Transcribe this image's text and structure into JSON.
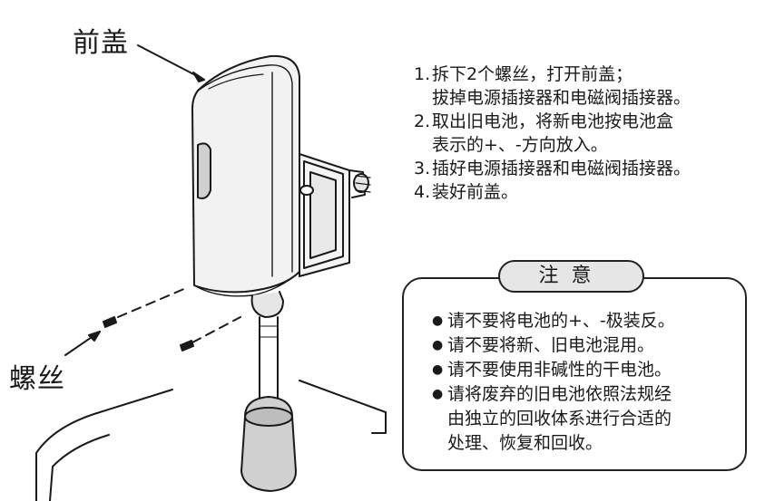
{
  "labels": {
    "front_cover": "前盖",
    "screw": "螺丝"
  },
  "steps": [
    {
      "num": "1.",
      "lines": [
        "拆下2个螺丝，打开前盖；",
        "拔掉电源插接器和电磁阀插接器。"
      ]
    },
    {
      "num": "2.",
      "lines": [
        "取出旧电池，将新电池按电池盒",
        "表示的+、-方向放入。"
      ]
    },
    {
      "num": "3.",
      "lines": [
        "插好电源插接器和电磁阀插接器。"
      ]
    },
    {
      "num": "4.",
      "lines": [
        "装好前盖。"
      ]
    }
  ],
  "notice": {
    "title": "注意",
    "items": [
      {
        "bullet": "●",
        "lines": [
          "请不要将电池的+、-极装反。"
        ]
      },
      {
        "bullet": "●",
        "lines": [
          "请不要将新、旧电池混用。"
        ]
      },
      {
        "bullet": "●",
        "lines": [
          "请不要使用非碱性的干电池。"
        ]
      },
      {
        "bullet": "●",
        "lines": [
          "请将废弃的旧电池依照法规经",
          "由独立的回收体系进行合适的",
          "处理、恢复和回收。"
        ]
      }
    ]
  }
}
